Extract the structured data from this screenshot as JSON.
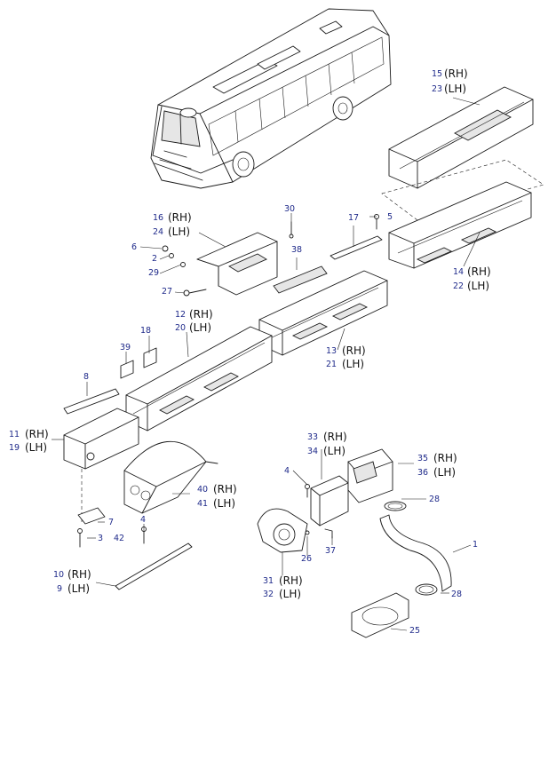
{
  "callouts": [
    {
      "id": "c15",
      "number": "15",
      "side": "(RH)"
    },
    {
      "id": "c23",
      "number": "23",
      "side": "(LH)"
    },
    {
      "id": "c16",
      "number": "16",
      "side": "(RH)"
    },
    {
      "id": "c24",
      "number": "24",
      "side": "(LH)"
    },
    {
      "id": "c30",
      "number": "30",
      "side": ""
    },
    {
      "id": "c17",
      "number": "17",
      "side": ""
    },
    {
      "id": "c5",
      "number": "5",
      "side": ""
    },
    {
      "id": "c6",
      "number": "6",
      "side": ""
    },
    {
      "id": "c2",
      "number": "2",
      "side": ""
    },
    {
      "id": "c29",
      "number": "29",
      "side": ""
    },
    {
      "id": "c38",
      "number": "38",
      "side": ""
    },
    {
      "id": "c14",
      "number": "14",
      "side": "(RH)"
    },
    {
      "id": "c22",
      "number": "22",
      "side": "(LH)"
    },
    {
      "id": "c27",
      "number": "27",
      "side": ""
    },
    {
      "id": "c12",
      "number": "12",
      "side": "(RH)"
    },
    {
      "id": "c20",
      "number": "20",
      "side": "(LH)"
    },
    {
      "id": "c18",
      "number": "18",
      "side": ""
    },
    {
      "id": "c39",
      "number": "39",
      "side": ""
    },
    {
      "id": "c13",
      "number": "13",
      "side": "(RH)"
    },
    {
      "id": "c21",
      "number": "21",
      "side": "(LH)"
    },
    {
      "id": "c8",
      "number": "8",
      "side": ""
    },
    {
      "id": "c11",
      "number": "11",
      "side": "(RH)"
    },
    {
      "id": "c19",
      "number": "19",
      "side": "(LH)"
    },
    {
      "id": "c33",
      "number": "33",
      "side": "(RH)"
    },
    {
      "id": "c34",
      "number": "34",
      "side": "(LH)"
    },
    {
      "id": "c35",
      "number": "35",
      "side": "(RH)"
    },
    {
      "id": "c36",
      "number": "36",
      "side": "(LH)"
    },
    {
      "id": "c4a",
      "number": "4",
      "side": ""
    },
    {
      "id": "c40",
      "number": "40",
      "side": "(RH)"
    },
    {
      "id": "c41",
      "number": "41",
      "side": "(LH)"
    },
    {
      "id": "c28a",
      "number": "28",
      "side": ""
    },
    {
      "id": "c7",
      "number": "7",
      "side": ""
    },
    {
      "id": "c4b",
      "number": "4",
      "side": ""
    },
    {
      "id": "c3",
      "number": "3",
      "side": ""
    },
    {
      "id": "c42",
      "number": "42",
      "side": ""
    },
    {
      "id": "c1",
      "number": "1",
      "side": ""
    },
    {
      "id": "c37",
      "number": "37",
      "side": ""
    },
    {
      "id": "c26",
      "number": "26",
      "side": ""
    },
    {
      "id": "c10",
      "number": "10",
      "side": "(RH)"
    },
    {
      "id": "c9",
      "number": "9",
      "side": "(LH)"
    },
    {
      "id": "c31",
      "number": "31",
      "side": "(RH)"
    },
    {
      "id": "c32",
      "number": "32",
      "side": "(LH)"
    },
    {
      "id": "c28b",
      "number": "28",
      "side": ""
    },
    {
      "id": "c25",
      "number": "25",
      "side": ""
    }
  ],
  "colors": {
    "callout_number": "#1f2a8a",
    "side_label": "#111111",
    "line": "#1a1a1a"
  }
}
